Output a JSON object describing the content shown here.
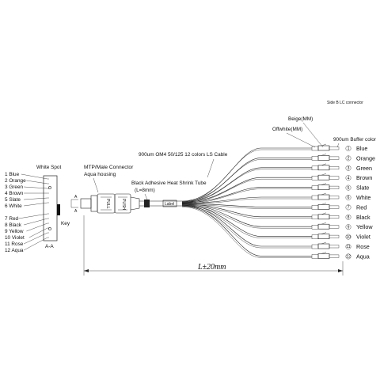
{
  "side_b_label": "Side B LC  connector",
  "beige_label": "Beige(MM)",
  "offwhite_label": "Offwhite(MM)",
  "buffer_label": "900um Buffer color",
  "cable_label": "900um OM4 50/125 12 colors LS Cable",
  "heat_shrink_label_1": "Black Adhesive Heat Shrink Tube",
  "heat_shrink_label_2": "(L=8mm)",
  "label_tag": "Label",
  "mtp_label_1": "MTP/Male Connector",
  "mtp_label_2": "Aqua housing",
  "pull_text": "PULL",
  "push_text": "PUSH",
  "white_spot_label": "White Spot",
  "key_label": "Key",
  "aa_label": "A-A",
  "a_mark": "A",
  "length_label": "L±20mm",
  "pin_list": [
    "1 Blue",
    "2 Orange",
    "3 Green",
    "4 Brown",
    "5 Slate",
    "6 White",
    "7 Red",
    "8 Black",
    "9 Yellow",
    "10 Violet",
    "11 Rose",
    "12 Aqua"
  ],
  "fibers": [
    {
      "num": "1",
      "color": "Blue"
    },
    {
      "num": "2",
      "color": "Orange"
    },
    {
      "num": "3",
      "color": "Green"
    },
    {
      "num": "4",
      "color": "Brown"
    },
    {
      "num": "5",
      "color": "Slate"
    },
    {
      "num": "6",
      "color": "White"
    },
    {
      "num": "7",
      "color": "Red"
    },
    {
      "num": "8",
      "color": "Black"
    },
    {
      "num": "9",
      "color": "Yellow"
    },
    {
      "num": "10",
      "color": "Violet"
    },
    {
      "num": "11",
      "color": "Rose"
    },
    {
      "num": "12",
      "color": "Aqua"
    }
  ]
}
